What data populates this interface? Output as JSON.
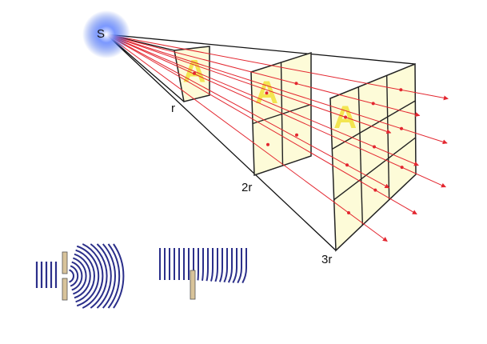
{
  "labels": {
    "source": "S",
    "distance_1": "r",
    "distance_2": "2r",
    "distance_3": "3r",
    "area_symbol": "A"
  },
  "colors": {
    "ray": "#e3262f",
    "panel_fill": "#fdfbd8",
    "panel_stroke": "#222222",
    "area_letter": "#f2e23a",
    "source_glow": "#1f4fe0",
    "wave": "#2b2f8a",
    "barrier": "#d8c39a"
  },
  "grid_subdivisions": [
    1,
    2,
    3
  ],
  "icons": {
    "source": "point-source-glow-icon",
    "diffraction_slit": "slit-diffraction-icon",
    "diffraction_edge": "edge-diffraction-icon"
  }
}
